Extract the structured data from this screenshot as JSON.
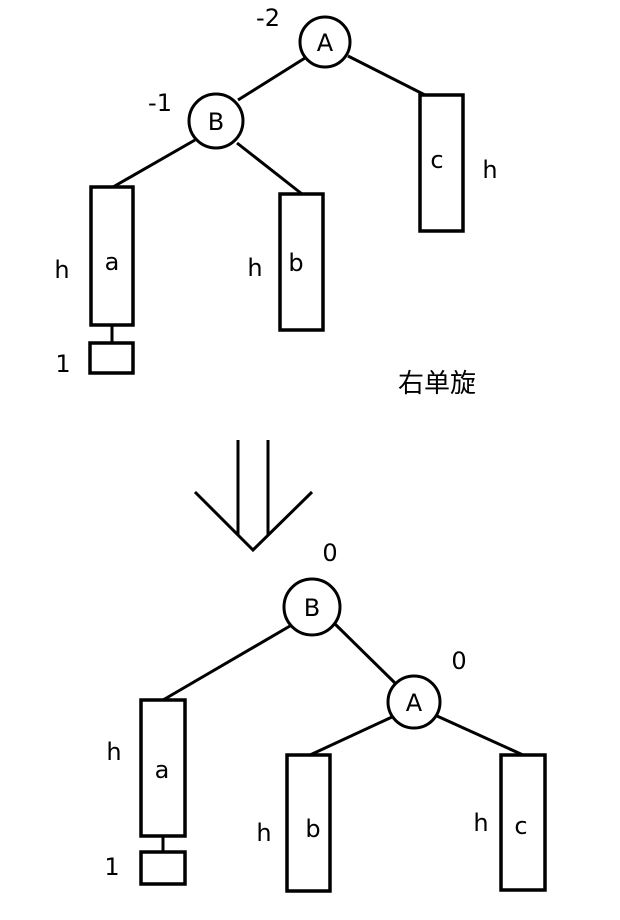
{
  "caption": "右单旋",
  "before": {
    "nodes": {
      "A": "A",
      "B": "B"
    },
    "balance": {
      "A": "-2",
      "B": "-1"
    },
    "subtrees": {
      "a": "a",
      "b": "b",
      "c": "c"
    },
    "heights": {
      "a": "h",
      "b": "h",
      "c": "h",
      "extra": "1"
    }
  },
  "after": {
    "nodes": {
      "A": "A",
      "B": "B"
    },
    "balance": {
      "A": "0",
      "B": "0"
    },
    "subtrees": {
      "a": "a",
      "b": "b",
      "c": "c"
    },
    "heights": {
      "a": "h",
      "b": "h",
      "c": "h",
      "extra": "1"
    }
  }
}
